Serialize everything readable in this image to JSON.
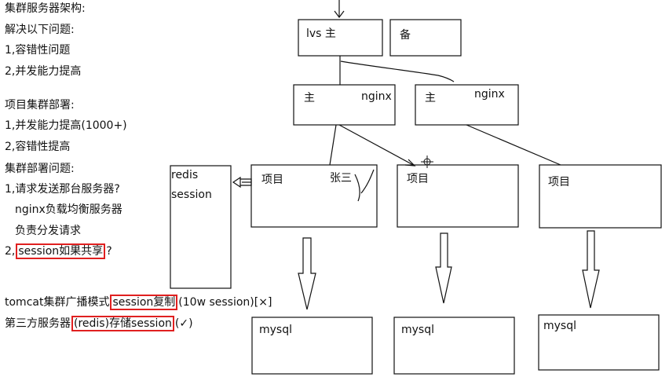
{
  "notes": {
    "architecture_title": "集群服务器架构:",
    "solve_title": "解决以下问题:",
    "solve_1": "1,容错性问题",
    "solve_2": "2,并发能力提高",
    "deploy_title": "项目集群部署:",
    "deploy_1": "1,并发能力提高(1000+)",
    "deploy_2": "2,容错性提高",
    "issues_title": "集群部署问题:",
    "issue_1": "1,请求发送那台服务器?",
    "issue_1_a": "nginx负载均衡服务器",
    "issue_1_b": "负责分发请求",
    "issue_2_prefix": "2,",
    "issue_2_highlight": "session如果共享",
    "issue_2_suffix": "?",
    "tomcat_prefix": "tomcat集群广播模式",
    "tomcat_highlight": "session复制",
    "tomcat_suffix": "(10w session)[×]",
    "third_prefix": "第三方服务器",
    "third_highlight": "(redis)存储session",
    "third_suffix": "(✓)"
  },
  "diagram": {
    "lvs_main": "lvs 主",
    "lvs_backup": "备",
    "nginx_left_role": "主",
    "nginx_left_name": "nginx",
    "nginx_right_role": "主",
    "nginx_right_name": "nginx",
    "redis_line1": "redis",
    "redis_line2": "session",
    "project_1": "项目",
    "project_1_user": "张三",
    "project_2": "项目",
    "project_3": "项目",
    "db_1": "mysql",
    "db_2": "mysql",
    "db_3": "mysql"
  },
  "colors": {
    "ink": "#111111",
    "highlight": "#e02020"
  }
}
